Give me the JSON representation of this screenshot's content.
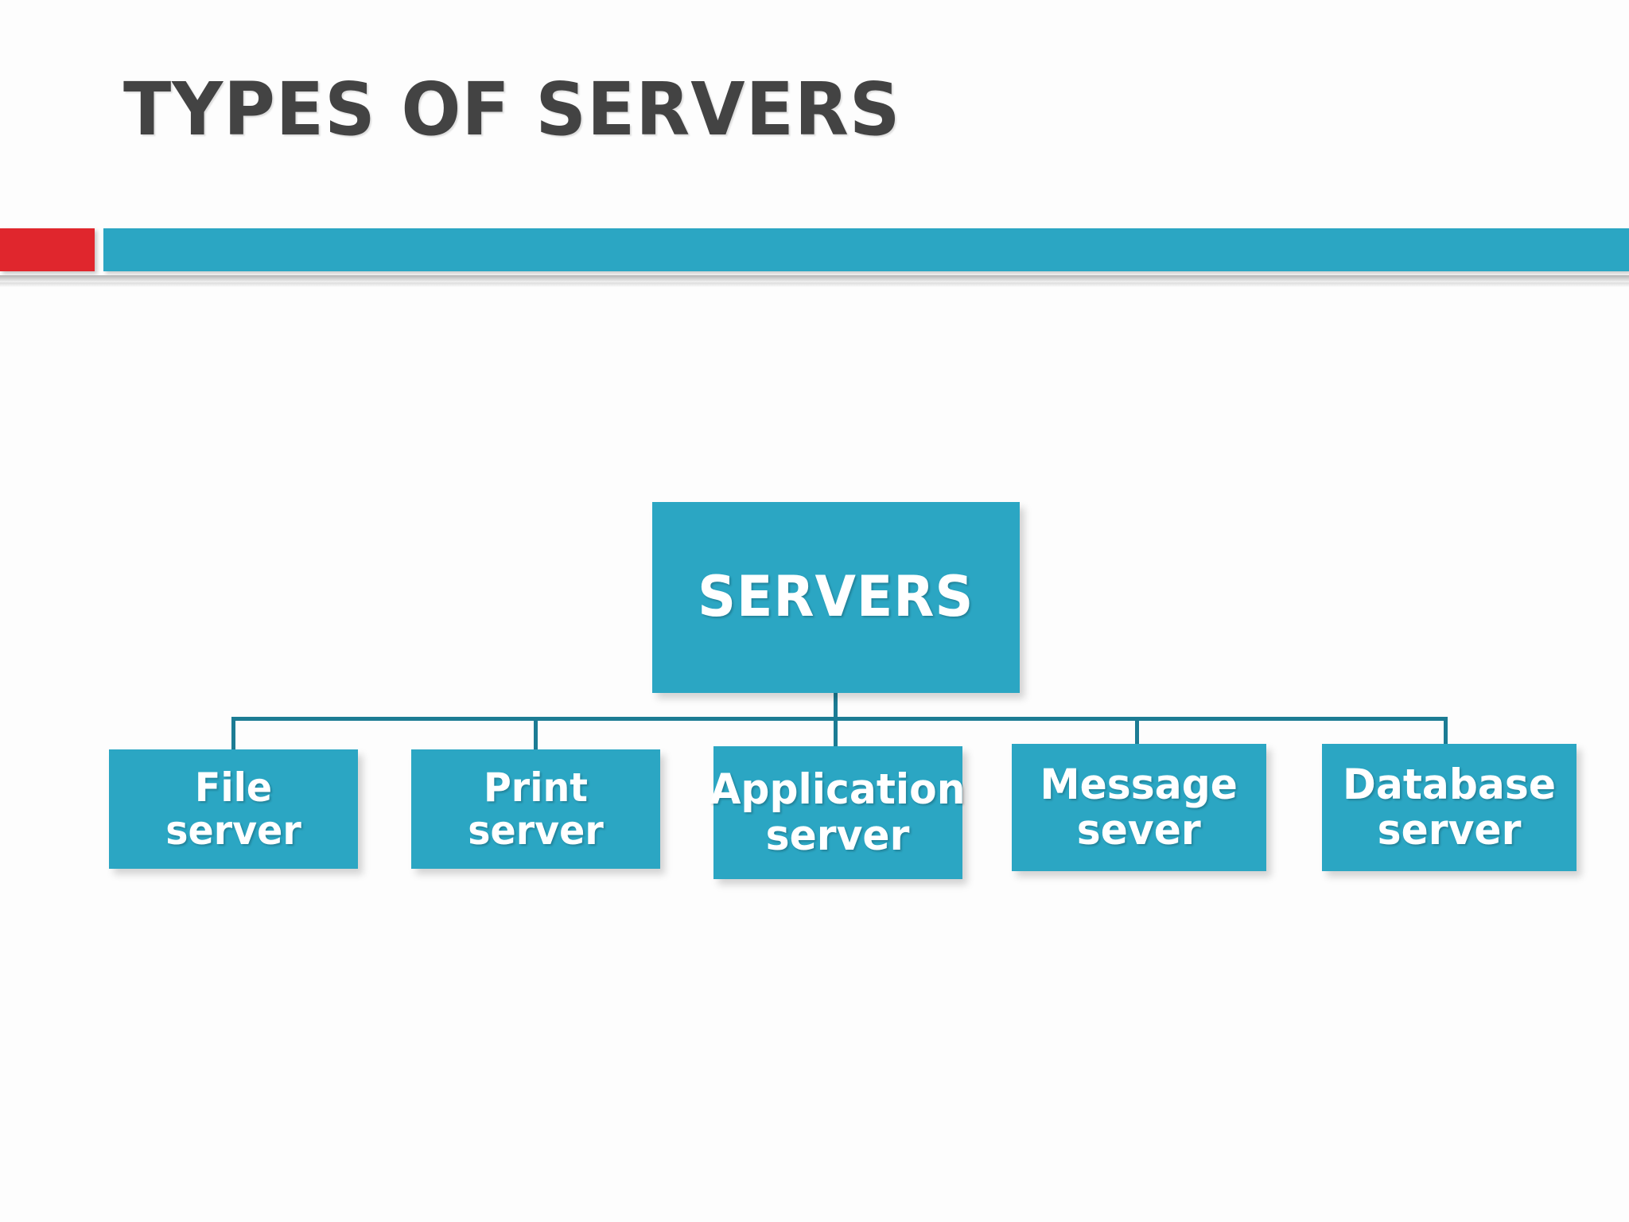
{
  "slide": {
    "title": "TYPES OF SERVERS",
    "background_color": "#FDFDFD"
  },
  "divider": {
    "accent_color": "#E0262D",
    "bar_color": "#2BA6C3",
    "shadow_color": "#B6B6B6"
  },
  "theme": {
    "teal": "#2BA6C3",
    "teal_line": "#1C7C94",
    "red": "#E0262D",
    "title_gray": "#434343",
    "node_text": "#FFFFFF"
  },
  "chart_data": {
    "type": "diagram",
    "diagram_type": "org-chart-tree",
    "title": "TYPES OF SERVERS",
    "root": {
      "id": "servers",
      "label": "SERVERS"
    },
    "children": [
      {
        "id": "file-server",
        "label": "File server",
        "lines": [
          "File server"
        ]
      },
      {
        "id": "print-server",
        "label": "Print server",
        "lines": [
          "Print server"
        ]
      },
      {
        "id": "application-server",
        "label": "Application server",
        "lines": [
          "Application",
          "server"
        ]
      },
      {
        "id": "message-sever",
        "label": "Message sever",
        "lines": [
          "Message",
          "sever"
        ]
      },
      {
        "id": "database-server",
        "label": "Database server",
        "lines": [
          "Database",
          "server"
        ]
      }
    ],
    "node_count": 6,
    "levels": 2,
    "connector_style": "elbow"
  },
  "nodes": {
    "root": "SERVERS",
    "file": "File server",
    "print": "Print server",
    "app_line1": "Application",
    "app_line2": "server",
    "message_line1": "Message",
    "message_line2": "sever",
    "db_line1": "Database",
    "db_line2": "server"
  }
}
